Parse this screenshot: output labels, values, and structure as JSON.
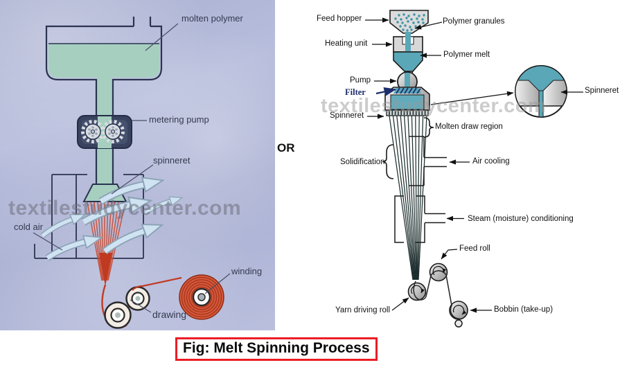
{
  "caption": "Fig: Melt Spinning Process",
  "or_separator": "OR",
  "watermark_text": "textilestudycenter.com",
  "left_diagram": {
    "labels": {
      "molten_polymer": "molten polymer",
      "metering_pump": "metering pump",
      "spinneret": "spinneret",
      "cold_air": "cold air",
      "drawing": "drawing",
      "winding": "winding"
    }
  },
  "right_diagram": {
    "labels": {
      "feed_hopper": "Feed hopper",
      "polymer_granules": "Polymer granules",
      "heating_unit": "Heating unit",
      "polymer_melt": "Polymer melt",
      "pump": "Pump",
      "filter": "Filter",
      "spinneret": "Spinneret",
      "molten_draw_region": "Molten draw region",
      "solidification": "Solidification",
      "air_cooling": "Air cooling",
      "steam_conditioning": "Steam (moisture) conditioning",
      "feed_roll": "Feed roll",
      "yarn_driving_roll": "Yarn driving roll",
      "bobbin_take_up": "Bobbin (take-up)",
      "inset_spinneret": "Spinneret"
    }
  },
  "colors": {
    "left_background_lavender": "#b2b8d6",
    "polymer_liquid_green": "#a6cfc0",
    "polymer_teal": "#5aa7b8",
    "filament_red": "#c23a24",
    "outline_navy": "#2b3350",
    "caption_border_red": "#ec1c24",
    "filter_blue": "#1c2d6b",
    "watermark_gray": "#9a9a9a"
  }
}
